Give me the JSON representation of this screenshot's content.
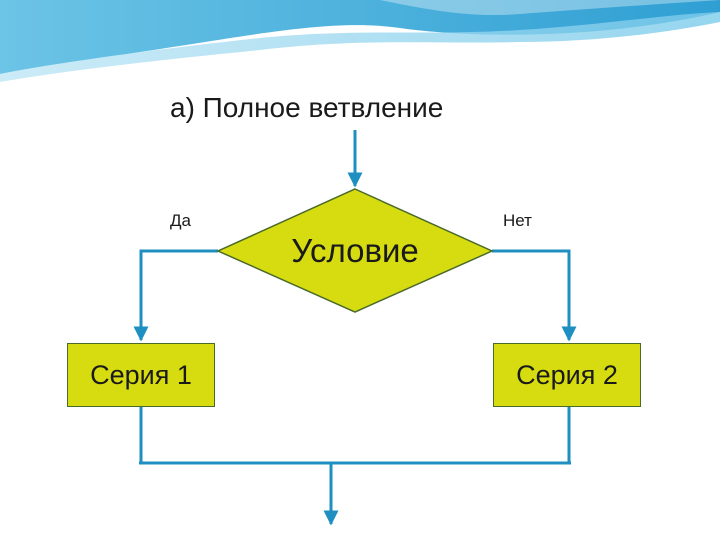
{
  "title": "а)  Полное ветвление",
  "condition": {
    "text": "Условие"
  },
  "branches": {
    "yes_label": "Да",
    "no_label": "Нет"
  },
  "series": [
    {
      "label": "Серия 1"
    },
    {
      "label": "Серия 2"
    }
  ],
  "colors": {
    "block_fill": "#d6dc0f",
    "connector": "#1e8fc0",
    "header_wave": "#4fb3dc"
  }
}
